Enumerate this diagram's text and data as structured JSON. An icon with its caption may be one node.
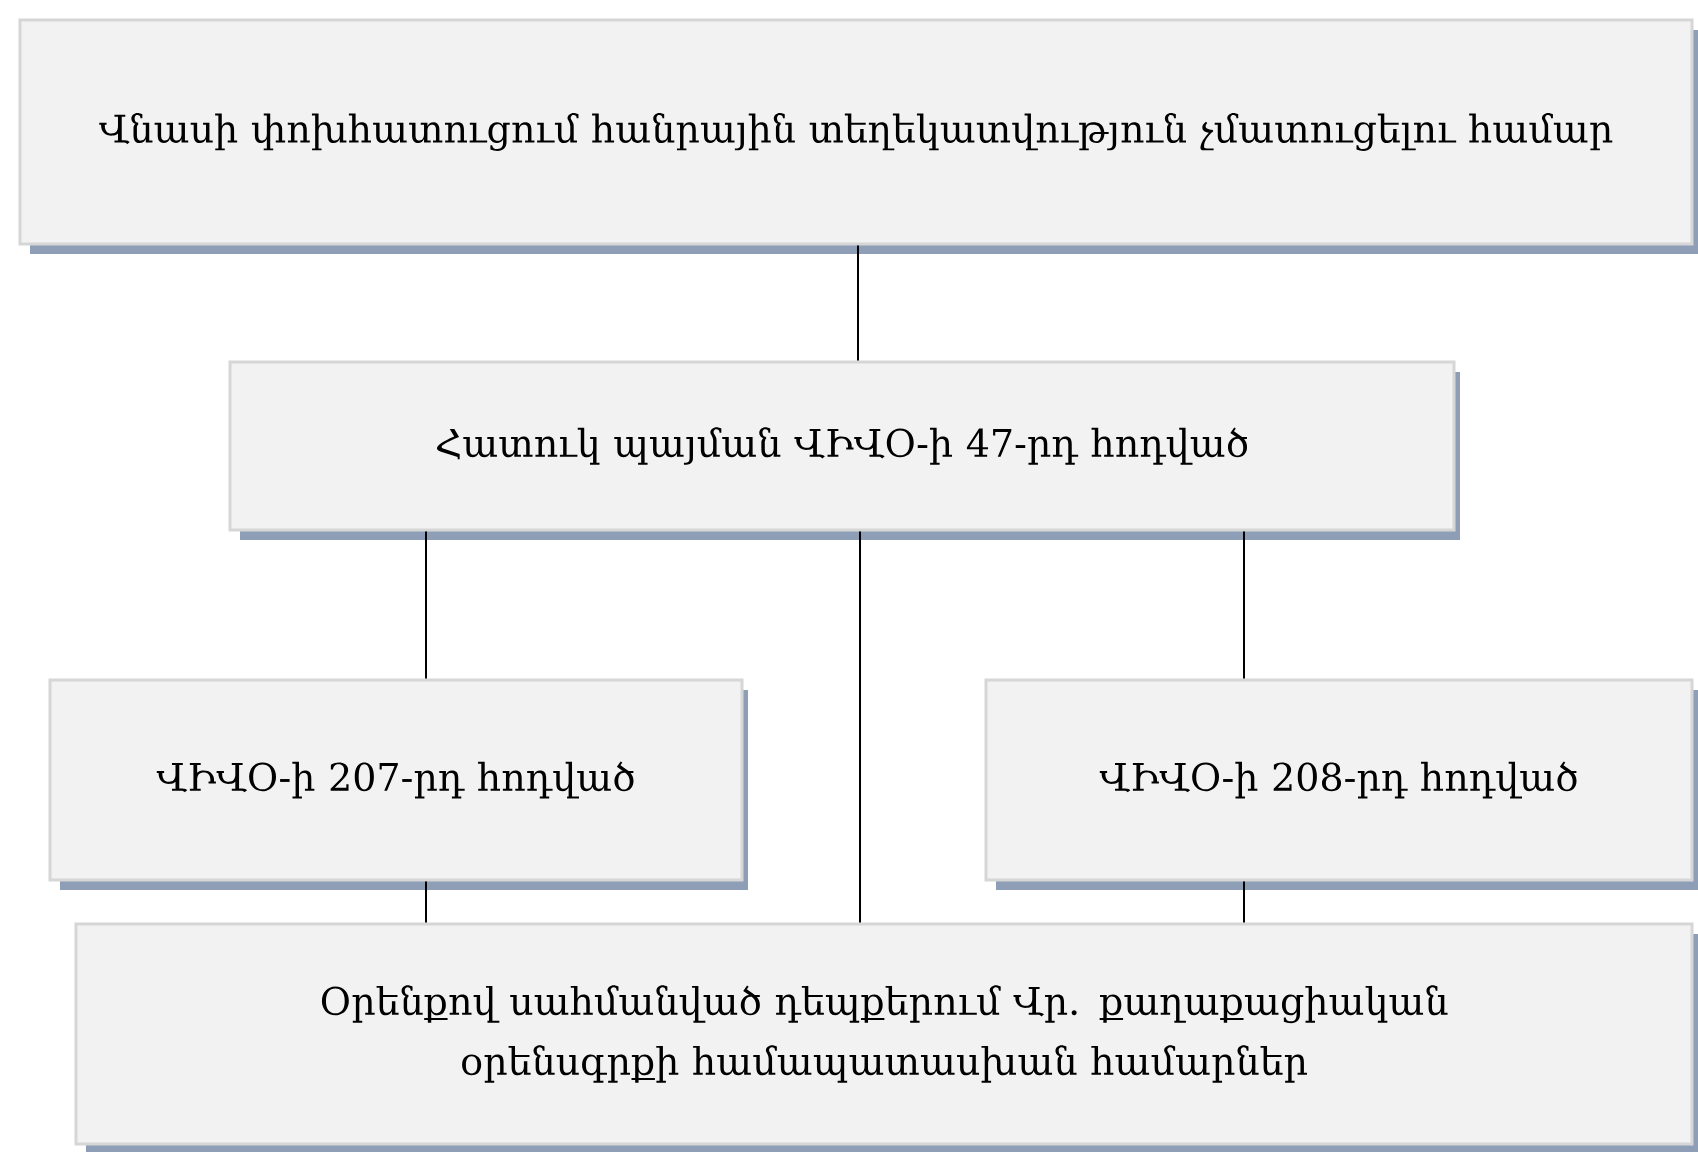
{
  "diagram": {
    "nodes": [
      {
        "text": [
          "Վնասի փոխհատուցում հանրային տեղեկատվություն չմատուցելու համար"
        ]
      },
      {
        "text": [
          "Հատուկ պայման ՎԻՎՕ-ի 47-րդ հոդված"
        ]
      },
      {
        "text": [
          "ՎԻՎՕ-ի 207-րդ հոդված"
        ]
      },
      {
        "text": [
          "ՎԻՎՕ-ի 208-րդ հոդված"
        ]
      },
      {
        "text": [
          "Օրենքով սահմանված դեպքերում Վր. քաղաքացիական օրենսգրքի համապատասխան համարներ"
        ]
      }
    ],
    "edges": [
      {
        "from": 0,
        "to": 1,
        "arrow": "none"
      },
      {
        "from": 1,
        "to": 2,
        "arrow": "none"
      },
      {
        "from": 1,
        "to": 4,
        "arrow": "none"
      },
      {
        "from": 1,
        "to": 3,
        "arrow": "none"
      },
      {
        "from": 2,
        "to": 4,
        "arrow": "none"
      },
      {
        "from": 3,
        "to": 4,
        "arrow": "none"
      }
    ]
  }
}
